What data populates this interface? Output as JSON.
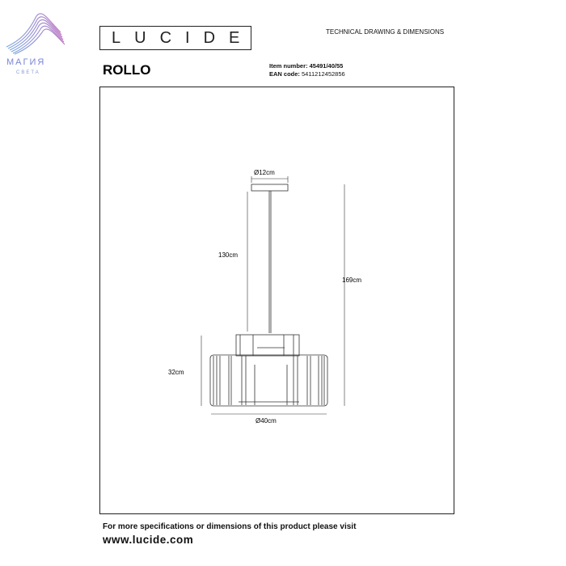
{
  "brand": {
    "name_line1": "МАГИЯ",
    "name_line2": "СВЕТА",
    "logo_colors": [
      "#7ba7e0",
      "#c27bc7"
    ]
  },
  "manufacturer_logo": "LUCIDE",
  "header": {
    "title": "TECHNICAL DRAWING & DIMENSIONS"
  },
  "product": {
    "name": "ROLLO",
    "item_label": "Item number:",
    "item_number": "45491/40/55",
    "ean_label": "EAN code:",
    "ean": "5411212452856"
  },
  "dimensions": {
    "canopy": "Ø12cm",
    "cable": "130cm",
    "total": "169cm",
    "height": "32cm",
    "diameter": "Ø40cm"
  },
  "footer": {
    "text": "For more specifications or dimensions of this product please visit",
    "url": "www.lucide.com"
  }
}
